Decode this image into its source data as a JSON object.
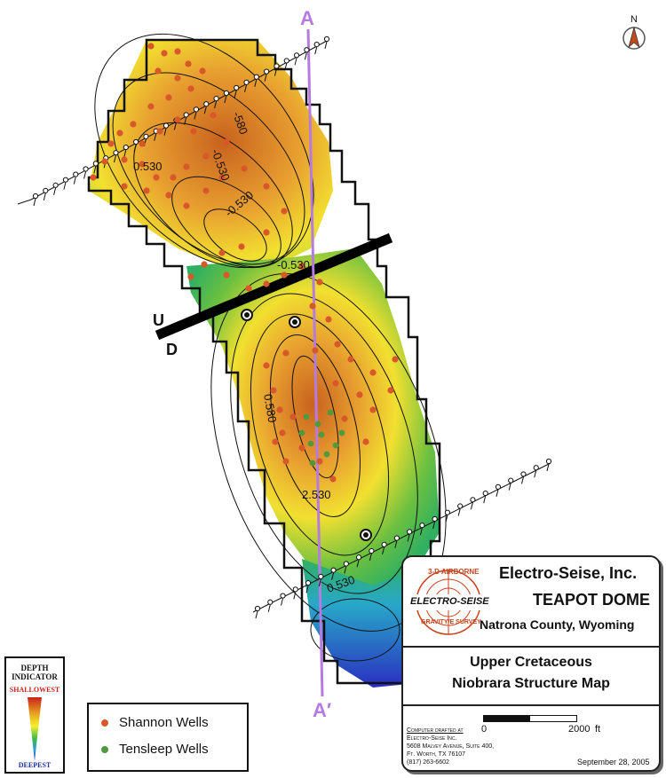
{
  "map": {
    "section_start_label": "A",
    "section_end_label": "A′",
    "fault_upthrown_label": "U",
    "fault_downthrown_label": "D",
    "north_label": "N",
    "contour_labels": [
      "-580",
      "-0.530",
      "0.530",
      "-0.530",
      "-0.530",
      "0.580",
      "2.530",
      "0.530"
    ]
  },
  "depth_indicator": {
    "title_line1": "DEPTH",
    "title_line2": "INDICATOR",
    "top_label": "SHALLOWEST",
    "bottom_label": "DEEPEST",
    "top_color": "#c8211b",
    "bottom_color": "#1a2fa8"
  },
  "legend": {
    "items": [
      {
        "label": "Shannon Wells",
        "color": "#d9582b"
      },
      {
        "label": "Tensleep Wells",
        "color": "#4e9a3c"
      }
    ]
  },
  "title_block": {
    "company": "Electro-Seise, Inc.",
    "project": "TEAPOT DOME",
    "location": "Natrona County, Wyoming",
    "logo_text_top": "3-D AIRBORNE",
    "logo_text_main": "ELECTRO-SEISE",
    "logo_text_bottom": "GRAVITY/E SURVEY",
    "map_title_line1": "Upper Cretaceous",
    "map_title_line2": "Niobrara Structure Map",
    "drafted_line1": "Computer drafted at",
    "drafted_line2": "Electro-Seise Inc.",
    "drafted_line3": "5608 Malvey Avenue, Suite 400,",
    "drafted_line4": "Ft. Worth, TX 76107",
    "drafted_line5": "(817) 263-6602",
    "scale_start": "0",
    "scale_end": "2000",
    "scale_unit": "ft",
    "date": "September 28, 2005"
  }
}
